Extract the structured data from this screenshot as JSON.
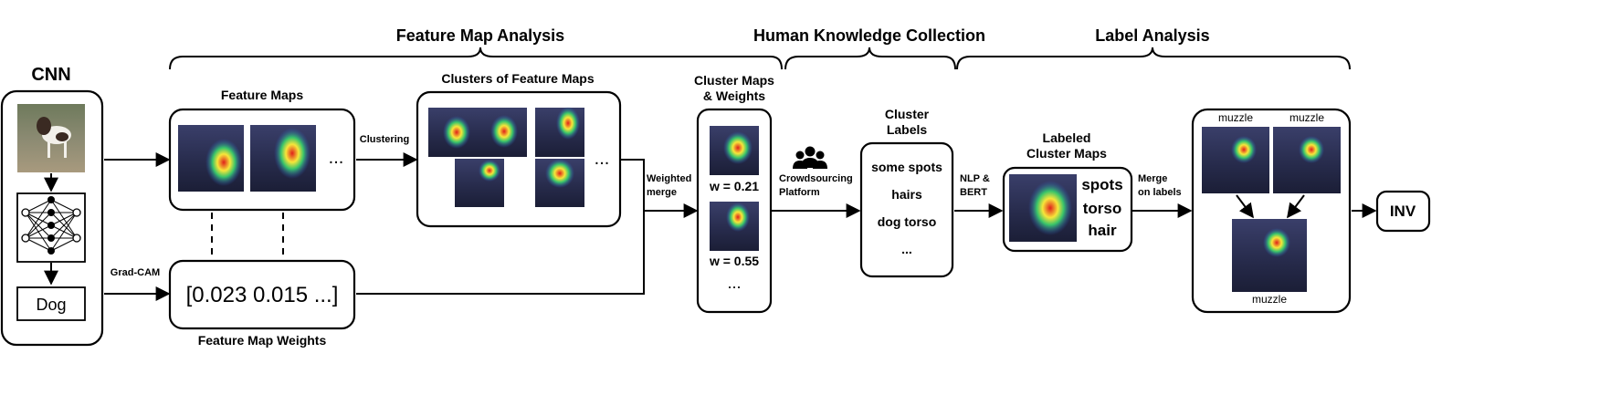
{
  "sections": {
    "feature_map_analysis": "Feature Map Analysis",
    "human_knowledge_collection": "Human Knowledge Collection",
    "label_analysis": "Label Analysis"
  },
  "cnn": {
    "title": "CNN",
    "prediction": "Dog",
    "gradcam_label": "Grad-CAM"
  },
  "feature_maps": {
    "title": "Feature Maps",
    "ellipsis": "...",
    "clustering_label": "Clustering"
  },
  "clusters": {
    "title": "Clusters of Feature Maps",
    "ellipsis": "..."
  },
  "weights": {
    "title": "Feature Map Weights",
    "values": "[0.023 0.015 ...]"
  },
  "merge": {
    "weighted_merge": [
      "Weighted",
      "merge"
    ]
  },
  "cluster_maps": {
    "title": [
      "Cluster Maps",
      "& Weights"
    ],
    "weight_1": "w = 0.21",
    "weight_2": "w = 0.55",
    "ellipsis": "..."
  },
  "crowdsourcing": {
    "label": [
      "Crowdsourcing",
      "Platform"
    ],
    "icon": "users-icon"
  },
  "cluster_labels": {
    "title": [
      "Cluster",
      "Labels"
    ],
    "items": [
      "some spots",
      "hairs",
      "dog torso",
      "..."
    ]
  },
  "nlp": {
    "label": [
      "NLP &",
      "BERT"
    ]
  },
  "labeled_maps": {
    "title": [
      "Labeled",
      "Cluster Maps"
    ],
    "labels": [
      "spots",
      "torso",
      "hair"
    ]
  },
  "merge_labels": {
    "label": [
      "Merge",
      "on labels"
    ],
    "map_labels": [
      "muzzle",
      "muzzle",
      "muzzle"
    ]
  },
  "output": {
    "label": "INV"
  },
  "colors": {
    "heat_hot": "#e0201a",
    "heat_warm": "#f7e63a",
    "heat_mid": "#38c46a",
    "heat_cool": "#2f52b8",
    "photo_bg": "#2b2f52"
  }
}
